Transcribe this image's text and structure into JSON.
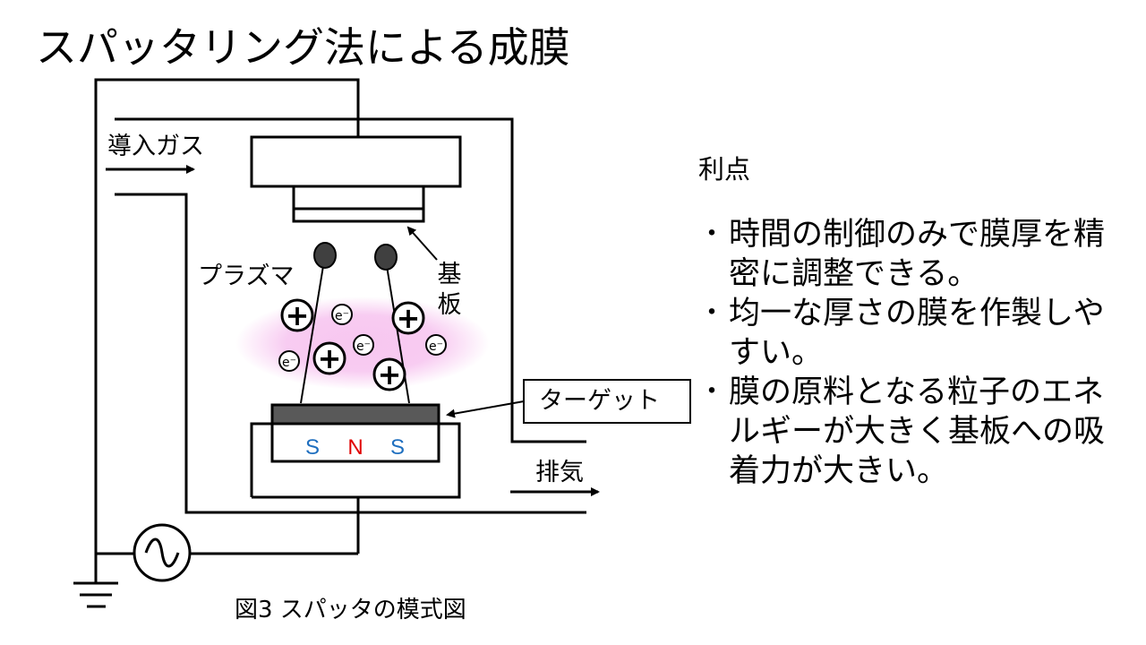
{
  "title": "スパッタリング法による成膜",
  "labels": {
    "gas_in": "導入ガス",
    "substrate": "基板",
    "plasma": "プラズマ",
    "target": "ターゲット",
    "exhaust": "排気",
    "magnet_s1": "S",
    "magnet_n": "N",
    "magnet_s2": "S",
    "ion": "+",
    "electron": "e⁻"
  },
  "caption": "図3  スパッタの模式図",
  "advantages": {
    "heading": "利点",
    "bullet": "・",
    "items": [
      "時間の制御のみで膜厚を精密に調整できる。",
      "均一な厚さの膜を作製しやすい。",
      "膜の原料となる粒子のエネルギーが大きく基板への吸着力が大きい。"
    ]
  },
  "colors": {
    "plasma_glow": "#f7c6f0",
    "target": "#595959",
    "magnet_s": "#1f6fbf",
    "magnet_n": "#e00000",
    "particle": "#404040"
  }
}
